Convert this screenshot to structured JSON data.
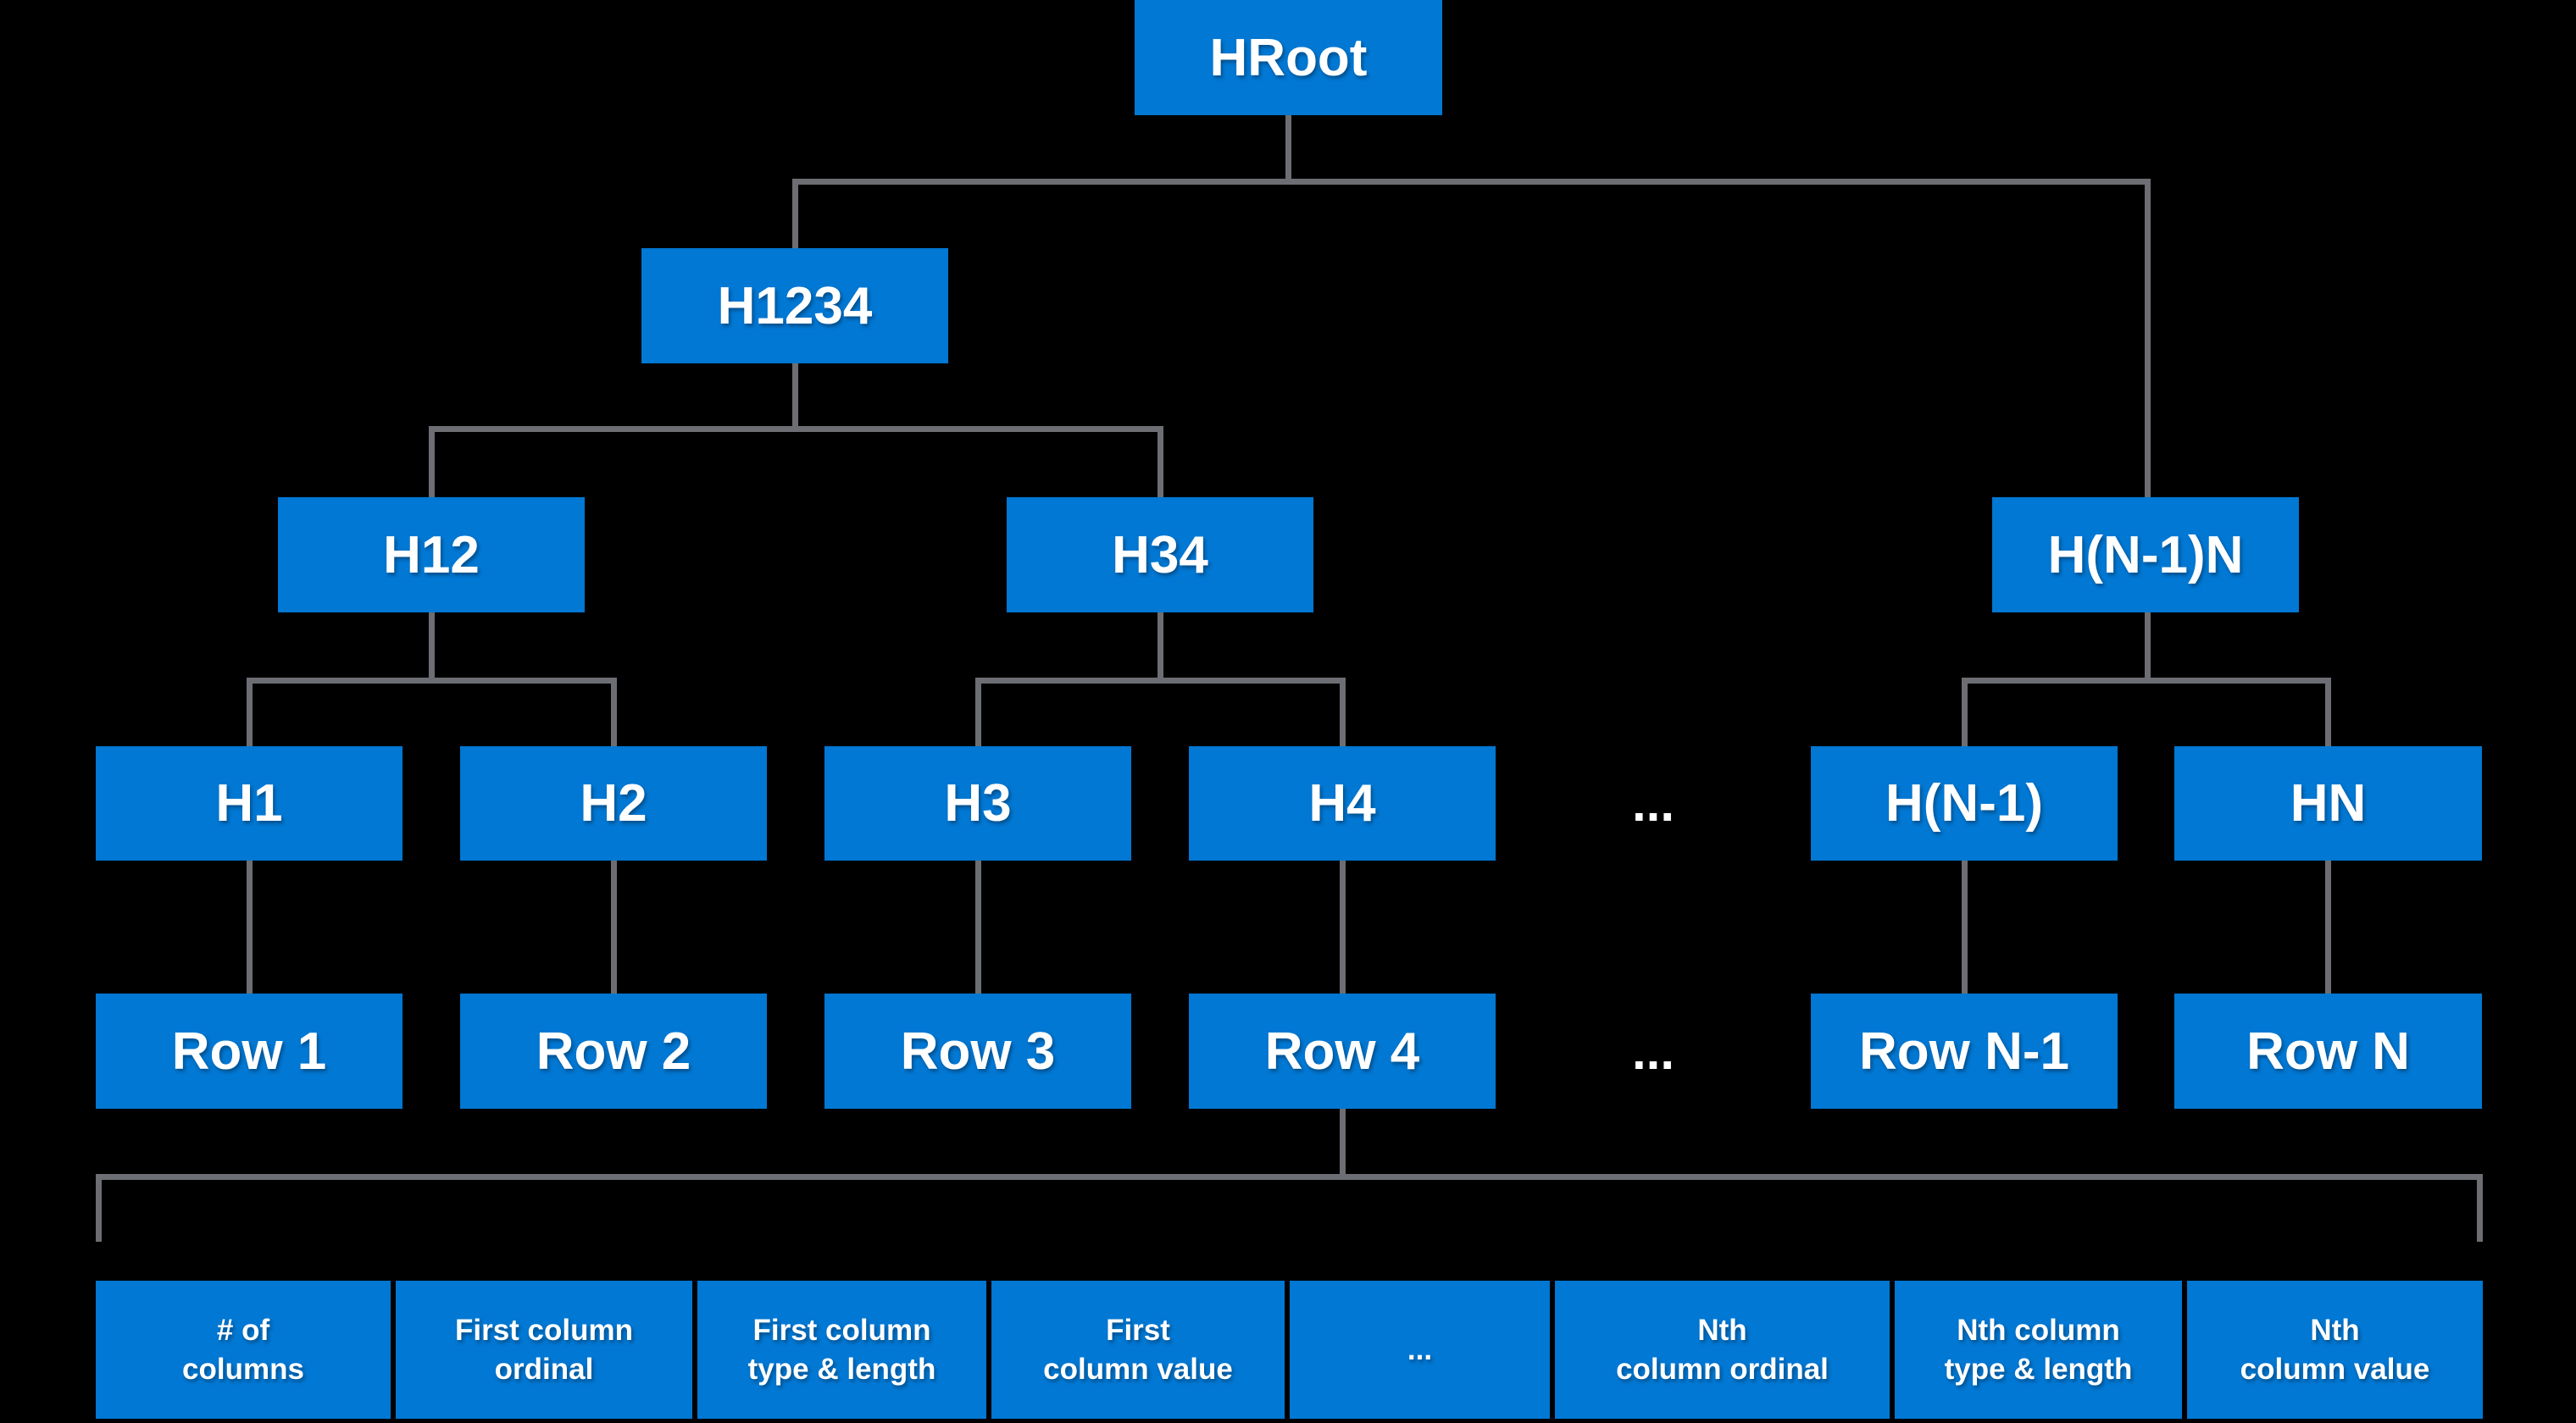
{
  "diagram": {
    "nodes": {
      "hroot": "HRoot",
      "h1234": "H1234",
      "h12": "H12",
      "h34": "H34",
      "hn1n": "H(N-1)N",
      "h1": "H1",
      "h2": "H2",
      "h3": "H3",
      "h4": "H4",
      "hn1": "H(N-1)",
      "hn": "HN",
      "row1": "Row 1",
      "row2": "Row 2",
      "row3": "Row 3",
      "row4": "Row 4",
      "rown1": "Row N-1",
      "rown": "Row N",
      "ellipsis_headers": "...",
      "ellipsis_rows": "..."
    },
    "record_cells": [
      "# of\ncolumns",
      "First column\nordinal",
      "First column\ntype & length",
      "First\ncolumn value",
      "...",
      "Nth\ncolumn ordinal",
      "Nth column\ntype & length",
      "Nth\ncolumn value"
    ],
    "colors": {
      "node_fill": "#0078D4",
      "node_text": "#FFFFFF",
      "connector": "#6C6E73",
      "background": "#000000"
    }
  }
}
